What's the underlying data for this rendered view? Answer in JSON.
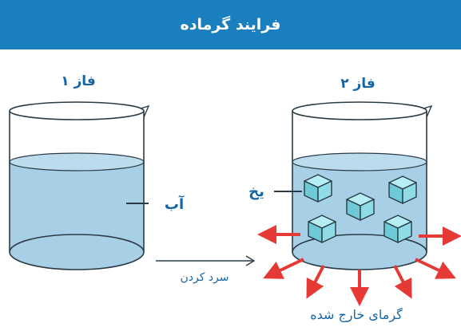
{
  "header": {
    "title": "فرایند گرماده"
  },
  "phase1": {
    "title": "فاز ۱",
    "liquid_label": "آب"
  },
  "phase2": {
    "title": "فاز ۲",
    "ice_label": "یخ",
    "heat_label": "گرمای خارج شده"
  },
  "process": {
    "label": "سرد کردن"
  },
  "colors": {
    "header": "#1a7fbf",
    "water": "#a7cfe5",
    "ice": "#7fd3df",
    "heat_arrow": "#e53935",
    "text_blue": "#1565a6"
  },
  "icons": [
    "beaker",
    "ice-cube",
    "heat-arrow",
    "process-arrow"
  ]
}
